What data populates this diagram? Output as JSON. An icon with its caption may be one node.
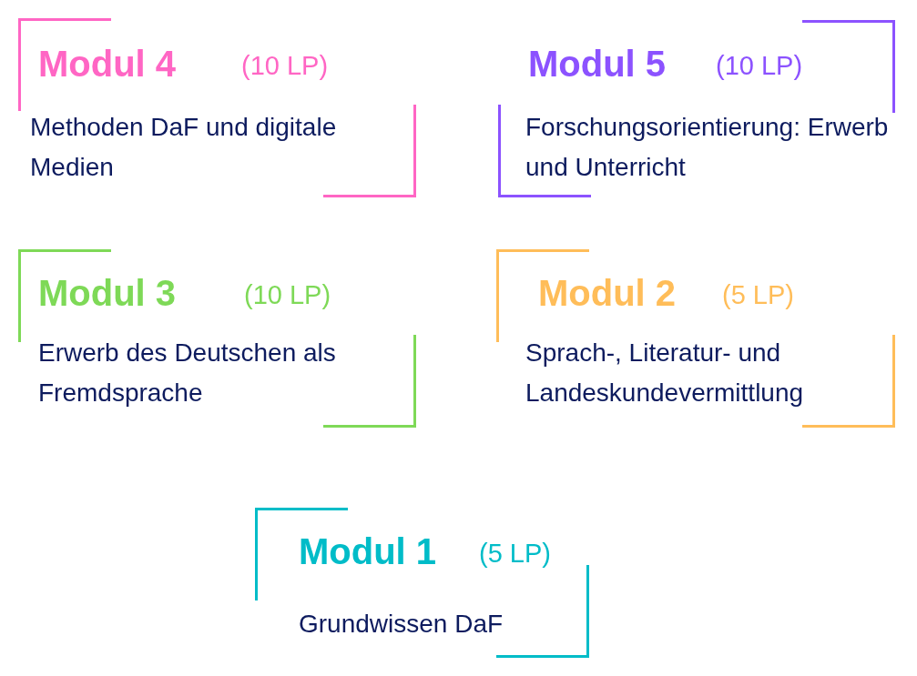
{
  "diagram": {
    "nodes": [
      {
        "text": [
          "Modul 4",
          "(10 LP)",
          "Methoden DaF und digitale Medien"
        ]
      },
      {
        "text": [
          "Modul 5",
          "(10 LP)",
          "Forschungsorientierung: Erwerb und Unterricht"
        ]
      },
      {
        "text": [
          "Modul 3",
          "(10 LP)",
          "Erwerb des Deutschen als Fremdsprache"
        ]
      },
      {
        "text": [
          "Modul 2",
          "(5 LP)",
          "Sprach-, Literatur- und Landeskundevermittlung"
        ]
      },
      {
        "text": [
          "Modul 1",
          "(5 LP)",
          "Grundwissen DaF"
        ]
      }
    ]
  }
}
